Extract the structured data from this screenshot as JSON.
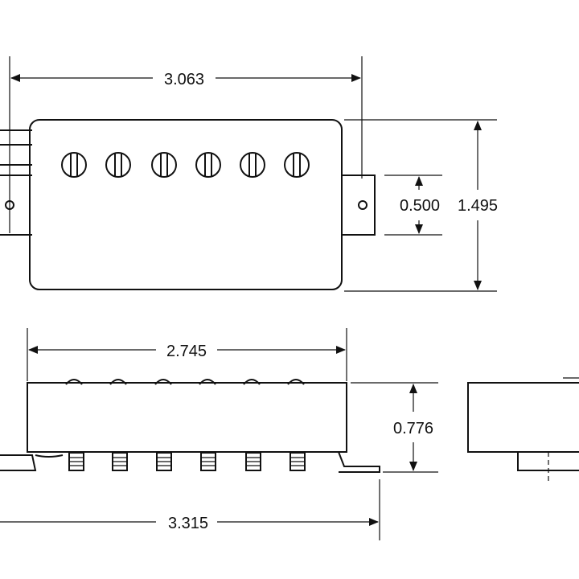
{
  "drawing": {
    "top_view": {
      "width_dim": "3.063",
      "mount_spacing_dim": "0.500",
      "height_dim": "1.495",
      "pole_count": 6
    },
    "side_view": {
      "cover_width_dim": "2.745",
      "height_dim": "0.776",
      "overall_width_dim": "3.315"
    }
  },
  "colors": {
    "line": "#111111",
    "background": "#ffffff"
  }
}
